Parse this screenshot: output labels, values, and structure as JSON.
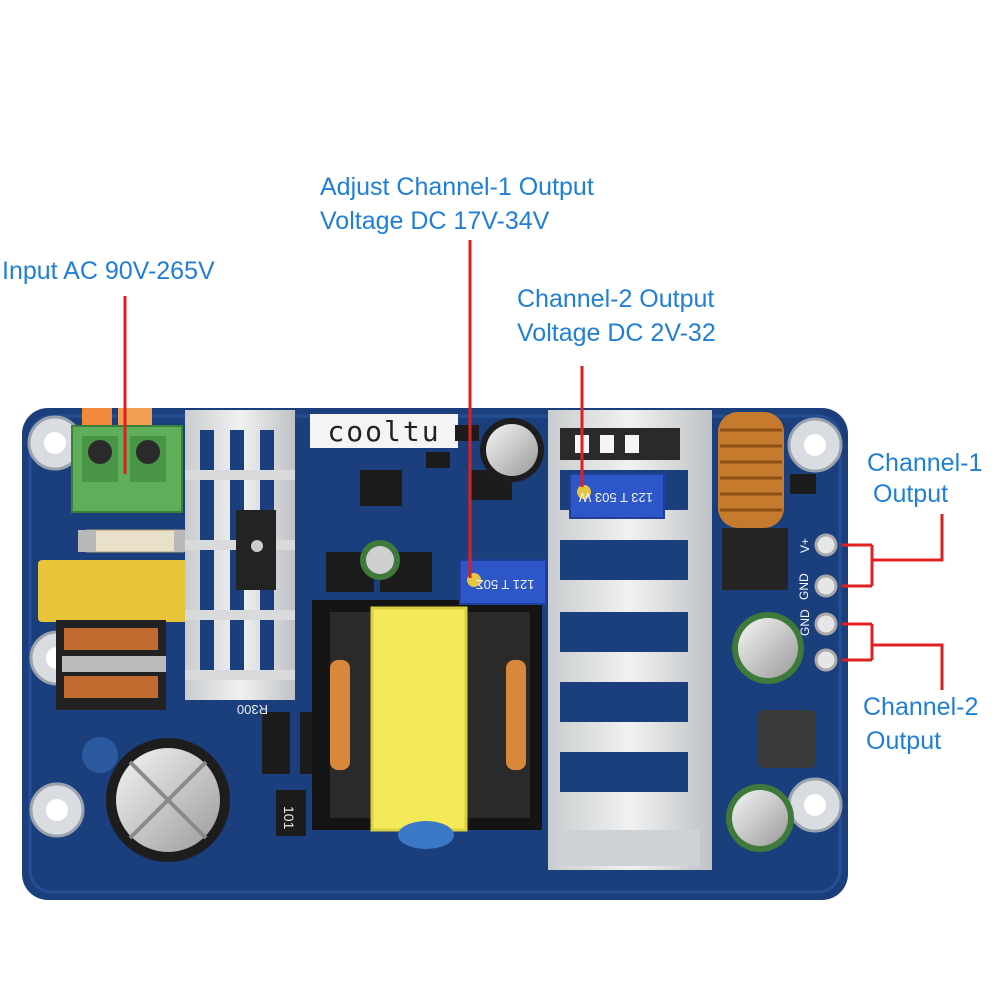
{
  "annotations": {
    "input": "Input AC 90V-265V",
    "adjust_ch1_line1": "Adjust Channel-1 Output",
    "adjust_ch1_line2": "Voltage DC 17V-34V",
    "ch2_voltage_line1": "Channel-2 Output",
    "ch2_voltage_line2": "Voltage DC 2V-32",
    "ch1_out_line1": "Channel-1",
    "ch1_out_line2": "Output",
    "ch2_out_line1": "Channel-2",
    "ch2_out_line2": "Output"
  },
  "board": {
    "brand": "cooltu",
    "pot1_code": "121 T 50Σ",
    "pot2_code": "123 T 503 W",
    "resistor_code": "R300",
    "chip_code": "101",
    "pin_v_plus": "V+",
    "pin_gnd_1": "GND",
    "pin_gnd_2": "GND"
  },
  "colors": {
    "pcb": "#1b3f7c",
    "annotation_text": "#1f7fd8",
    "pointer_line": "#e02020",
    "heatsink": "#d8dadc",
    "transformer_core": "#f3ea5a",
    "terminal_block": "#5fae5a"
  }
}
